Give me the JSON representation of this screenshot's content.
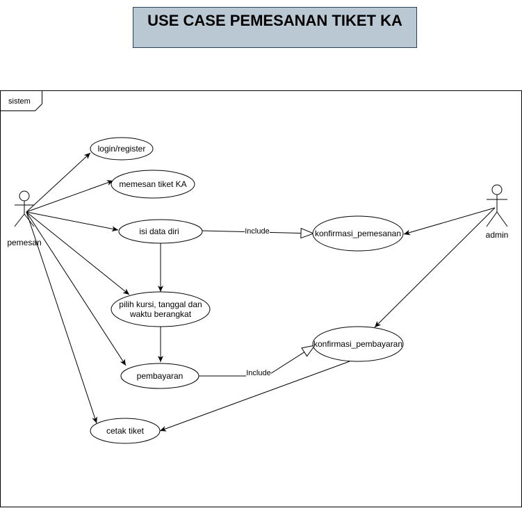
{
  "title": "USE CASE PEMESANAN TIKET KA",
  "frame": {
    "label": "sistem"
  },
  "actors": {
    "pemesan": "pemesan",
    "admin": "admin"
  },
  "use_cases": {
    "login": "login/register",
    "memesan": "memesan tiket KA",
    "isi_data": "isi data diri",
    "pilih_kursi_1": "pilih kursi, tanggal dan",
    "pilih_kursi_2": "waktu berangkat",
    "pembayaran": "pembayaran",
    "cetak": "cetak tiket",
    "konf_pemesanan": "konfirmasi_pemesanan",
    "konf_pembayaran": "konfirmasi_pembayaran"
  },
  "relations": {
    "include_1": "Include",
    "include_2": "Include"
  }
}
